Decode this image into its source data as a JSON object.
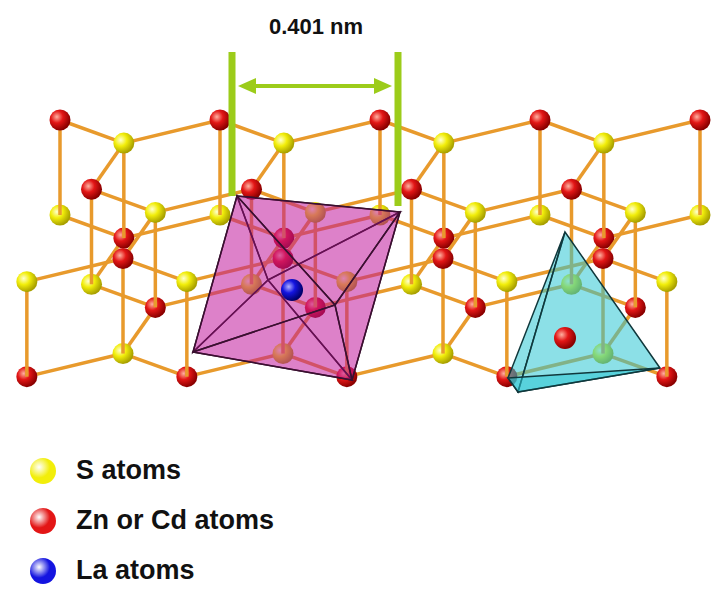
{
  "diagram": {
    "labels": [
      "0.401 nm"
    ],
    "legend": [
      {
        "text": "S atoms",
        "color": "#f2ee0a"
      },
      {
        "text": "Zn or Cd atoms",
        "color": "#e31616"
      },
      {
        "text": "La atoms",
        "color": "#1414e0"
      }
    ]
  }
}
